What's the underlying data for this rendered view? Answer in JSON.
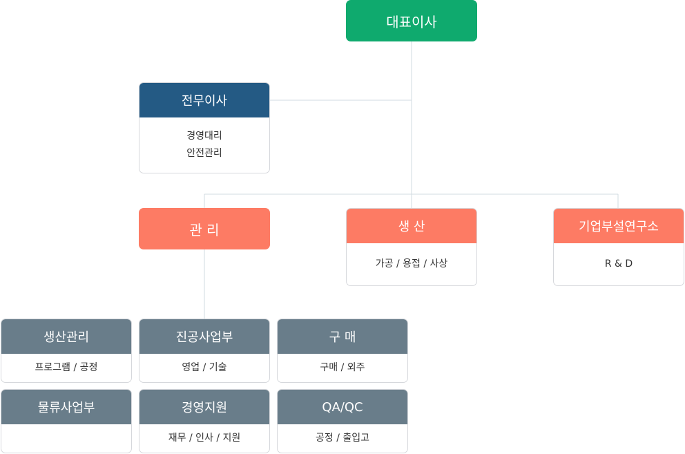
{
  "colors": {
    "ceo": "#0faa6e",
    "director": "#245a84",
    "division": "#fd7b64",
    "team": "#697d8a",
    "connector": "#d2dbe0"
  },
  "ceo": {
    "title": "대표이사"
  },
  "director": {
    "title": "전무이사",
    "duties": [
      "경영대리",
      "안전관리"
    ]
  },
  "divisions": [
    {
      "title": "관 리"
    },
    {
      "title": "생 산",
      "duties": [
        "가공 / 용접 / 사상"
      ]
    },
    {
      "title": "기업부설연구소",
      "duties": [
        "R & D"
      ]
    }
  ],
  "teams": [
    {
      "title": "생산관리",
      "duties": [
        "프로그램 / 공정"
      ]
    },
    {
      "title": "진공사업부",
      "duties": [
        "영업 / 기술"
      ]
    },
    {
      "title": "구 매",
      "duties": [
        "구매 / 외주"
      ]
    },
    {
      "title": "물류사업부",
      "duties": []
    },
    {
      "title": "경영지원",
      "duties": [
        "재무 / 인사 / 지원"
      ]
    },
    {
      "title": "QA/QC",
      "duties": [
        "공정 / 출입고"
      ]
    }
  ]
}
